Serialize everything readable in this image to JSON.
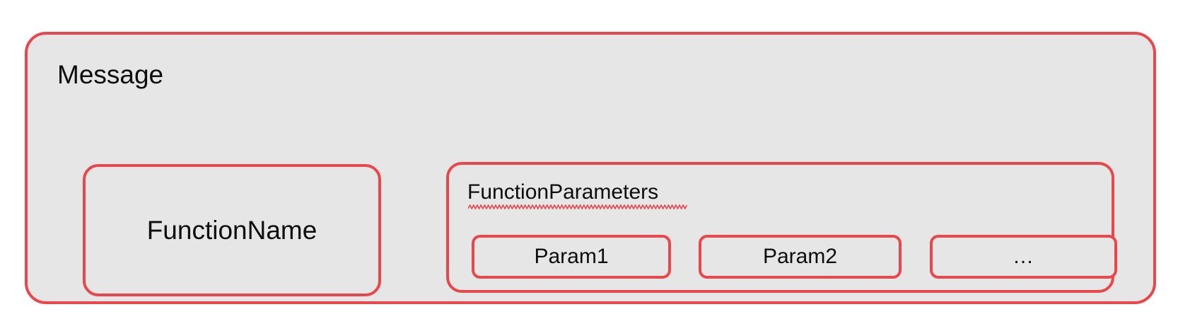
{
  "diagram": {
    "title": "Message",
    "message_box": {
      "label": "Message",
      "border_color": "#e8474c",
      "fill_color": "#e6e6e6"
    },
    "function_name_box": {
      "label": "FunctionName"
    },
    "function_parameters_box": {
      "label": "FunctionParameters",
      "spellcheck_underline": true,
      "params": [
        {
          "label": "Param1"
        },
        {
          "label": "Param2"
        },
        {
          "label": "…"
        }
      ]
    }
  },
  "colors": {
    "accent": "#e8474c",
    "fill": "#e6e6e6",
    "text": "#0d0d0d",
    "page": "#ffffff"
  }
}
